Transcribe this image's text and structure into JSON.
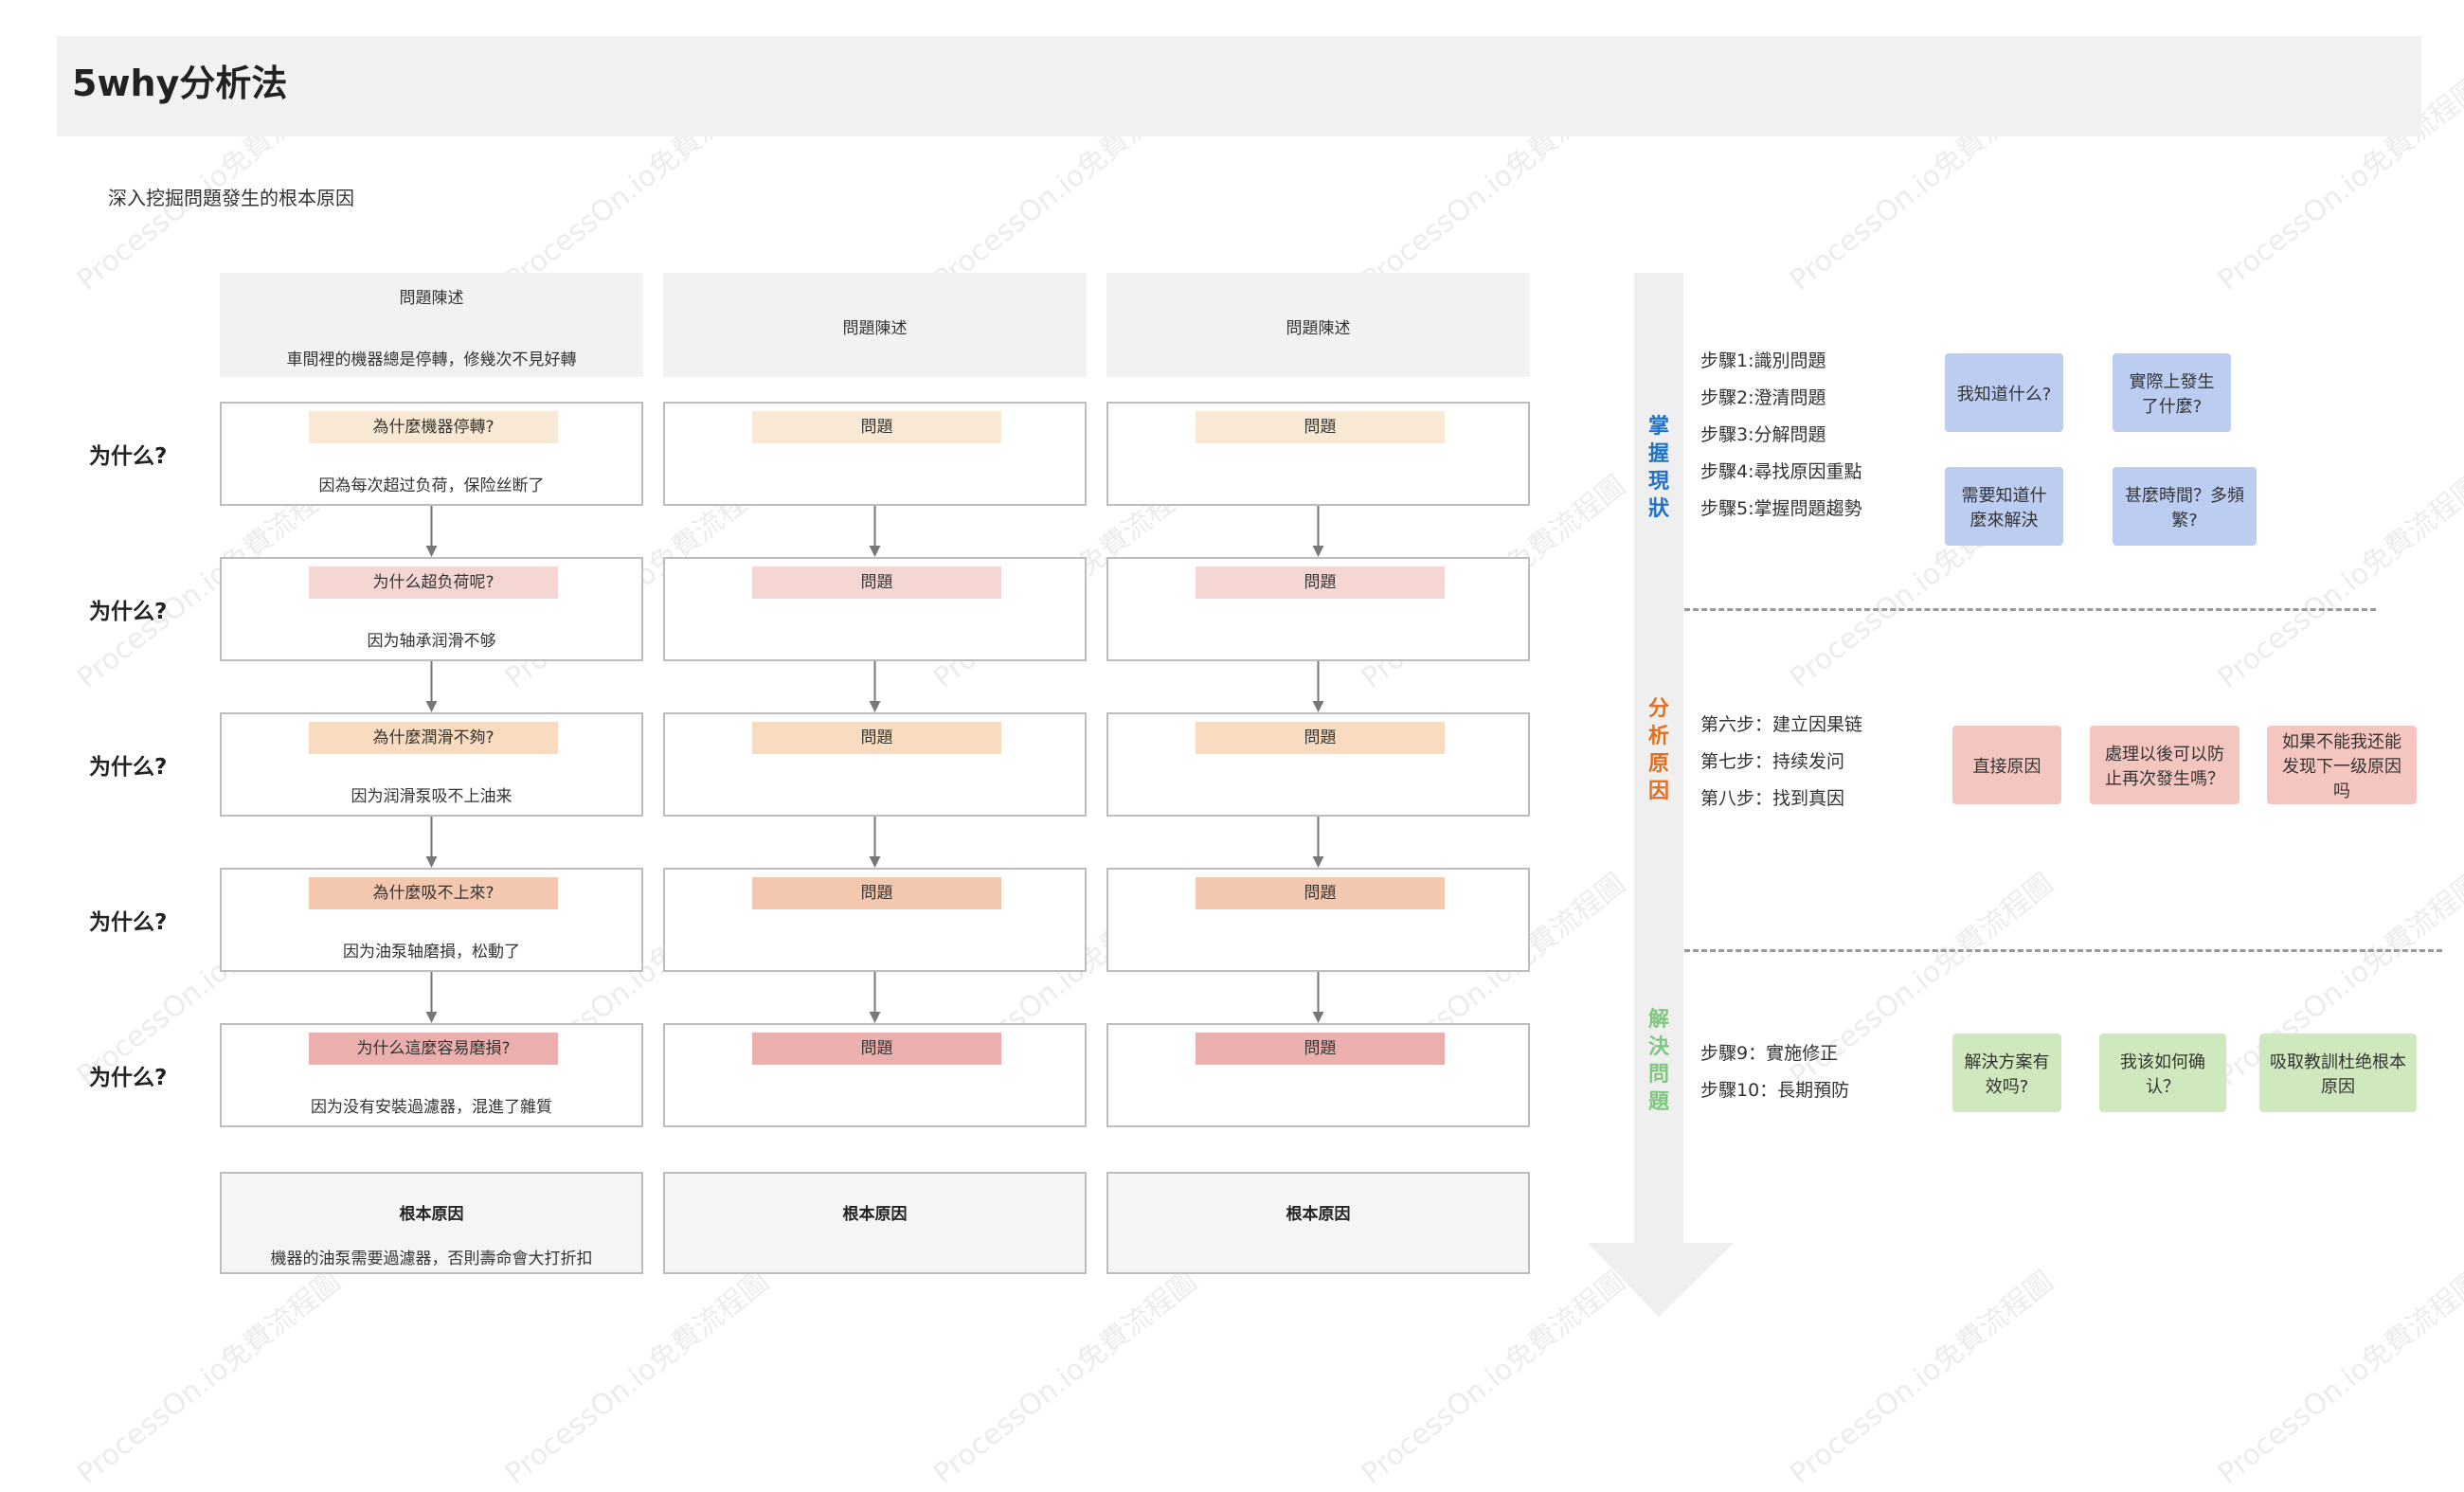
{
  "title": "5why分析法",
  "subtitle": "深入挖掘問題發生的根本原因",
  "row_labels": [
    "为什么?",
    "为什么?",
    "为什么?",
    "为什么?",
    "为什么?"
  ],
  "columns": [
    {
      "header_title": "問題陳述",
      "header_text": "車間裡的機器總是停轉，修幾次不見好轉",
      "whys": [
        {
          "q": "為什麼機器停轉?",
          "a": "因為每次超过负荷，保险丝断了"
        },
        {
          "q": "为什么超负荷呢?",
          "a": "因为轴承润滑不够"
        },
        {
          "q": "為什麼潤滑不夠?",
          "a": "因为润滑泵吸不上油来"
        },
        {
          "q": "為什麼吸不上來?",
          "a": "因为油泵轴磨損，松動了"
        },
        {
          "q": "为什么這麼容易磨損?",
          "a": "因为没有安裝過濾器，混進了雜質"
        }
      ],
      "root_title": "根本原因",
      "root_text": "機器的油泵需要過濾器，否則壽命會大打折扣"
    },
    {
      "header_title": "問題陳述",
      "header_text": "",
      "whys": [
        {
          "q": "問題",
          "a": ""
        },
        {
          "q": "問題",
          "a": ""
        },
        {
          "q": "問題",
          "a": ""
        },
        {
          "q": "問題",
          "a": ""
        },
        {
          "q": "問題",
          "a": ""
        }
      ],
      "root_title": "根本原因",
      "root_text": ""
    },
    {
      "header_title": "問題陳述",
      "header_text": "",
      "whys": [
        {
          "q": "問題",
          "a": ""
        },
        {
          "q": "問題",
          "a": ""
        },
        {
          "q": "問題",
          "a": ""
        },
        {
          "q": "問題",
          "a": ""
        },
        {
          "q": "問題",
          "a": ""
        }
      ],
      "root_title": "根本原因",
      "root_text": ""
    }
  ],
  "question_colors": [
    "#f9e8d3",
    "#f5d6d2",
    "#f9dcbf",
    "#f3c8ae",
    "#ebb0ad"
  ],
  "sections": [
    {
      "label": "掌握現狀",
      "color": "#1f72c8",
      "steps": [
        "步驟1:識別問題",
        "步驟2:澄清問題",
        "步驟3:分解問題",
        "步驟4:尋找原因重點",
        "步驟5:掌握問題趨勢"
      ],
      "cards": [
        "我知道什么?",
        "實際上發生了什麼?",
        "需要知道什麼來解決",
        "甚麼時間？多頻繁?"
      ],
      "card_color": "#bdcdf2"
    },
    {
      "label": "分析原因",
      "color": "#e0701f",
      "steps": [
        "第六步：建立因果链",
        "第七步：持续发问",
        "第八步：找到真因"
      ],
      "cards": [
        "直接原因",
        "處理以後可以防止再次發生嗎？",
        "如果不能我还能发现下一级原因吗"
      ],
      "card_color": "#f5c6bf"
    },
    {
      "label": "解決問題",
      "color": "#7fc77f",
      "steps": [
        "步驟9：實施修正",
        "步驟10：長期預防"
      ],
      "cards": [
        "解決方案有效吗?",
        "我该如何确认？",
        "吸取教訓杜绝根本原因"
      ],
      "card_color": "#cfe8bd"
    }
  ],
  "watermark": "ProcessOn.io免費流程圖"
}
